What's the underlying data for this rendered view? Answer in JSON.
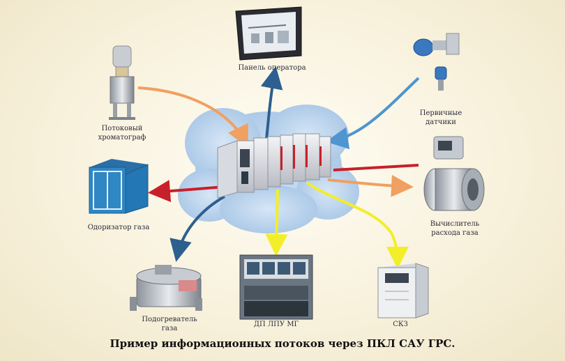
{
  "caption": "Пример информационных потоков через ПКЛ САУ ГРС.",
  "nodes": {
    "operator_panel": "Панель оператора",
    "flow_chromatograph_1": "Потоковый",
    "flow_chromatograph_2": "хроматограф",
    "pressure_sensors_1": "Первичные",
    "pressure_sensors_2": "датчики",
    "gas_odorizer": "Одоризатор газа",
    "flow_meter_1": "Вычислитель",
    "flow_meter_2": "расхода газа",
    "gas_heater_1": "Подогреватель",
    "gas_heater_2": "газа",
    "control_room": "ДП ЛПУ МГ",
    "cathodic_protection": "СКЗ"
  },
  "colors": {
    "arrow_orange": "#f0a060",
    "arrow_blue": "#2d5f8f",
    "arrow_red": "#c8202a",
    "arrow_yellow": "#f2ee2a",
    "arrow_light_blue": "#4f95d0",
    "cloud": "#bdd6ee"
  }
}
